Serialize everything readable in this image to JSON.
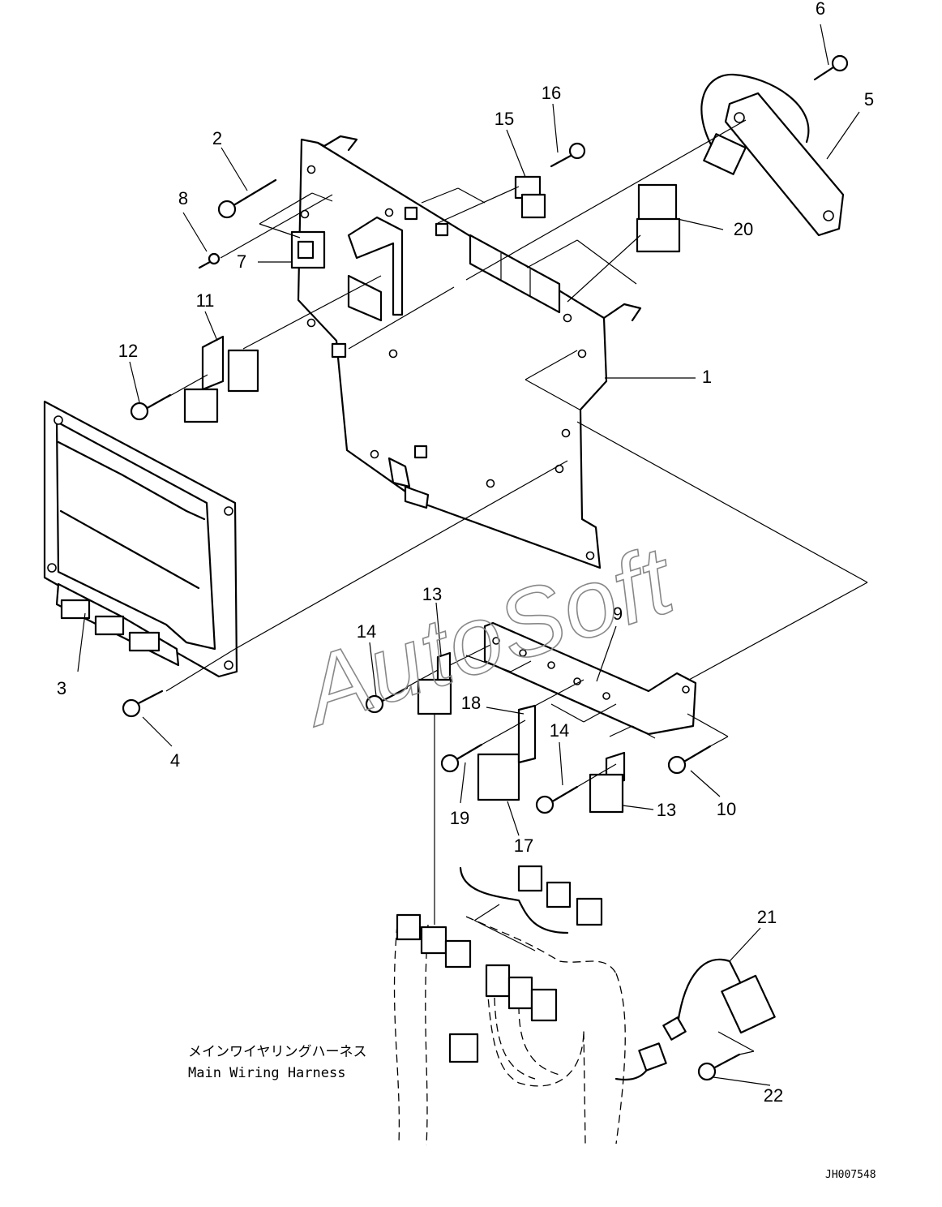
{
  "diagram": {
    "part_labels": [
      "1",
      "2",
      "3",
      "4",
      "5",
      "6",
      "7",
      "8",
      "9",
      "10",
      "11",
      "12",
      "13",
      "13",
      "14",
      "14",
      "15",
      "16",
      "17",
      "18",
      "19",
      "20",
      "21",
      "22"
    ],
    "harness_note_jp": "メインワイヤリングハーネス",
    "harness_note_en": "Main Wiring Harness",
    "drawing_code": "JH007548",
    "watermark": "AutoSoft",
    "line_color": "#000000",
    "background_color": "#ffffff"
  }
}
